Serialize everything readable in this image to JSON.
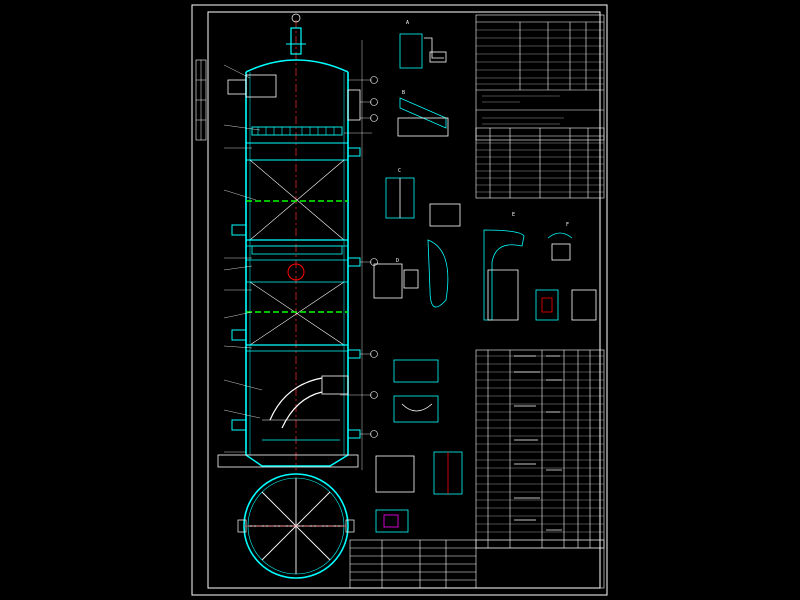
{
  "drawing": {
    "background": "#000000",
    "colors": {
      "sheet_border": "#ffffff",
      "vessel": "#00ffff",
      "centerline": "#ff3030",
      "packing_support": "#00ff00",
      "detail": "#ffffff",
      "table_line": "#ffffff",
      "accent_red": "#ff0000",
      "accent_magenta": "#ff00ff",
      "accent_yellow": "#ffff00"
    },
    "view_labels": [
      "A",
      "B",
      "C",
      "D",
      "E",
      "F"
    ]
  }
}
